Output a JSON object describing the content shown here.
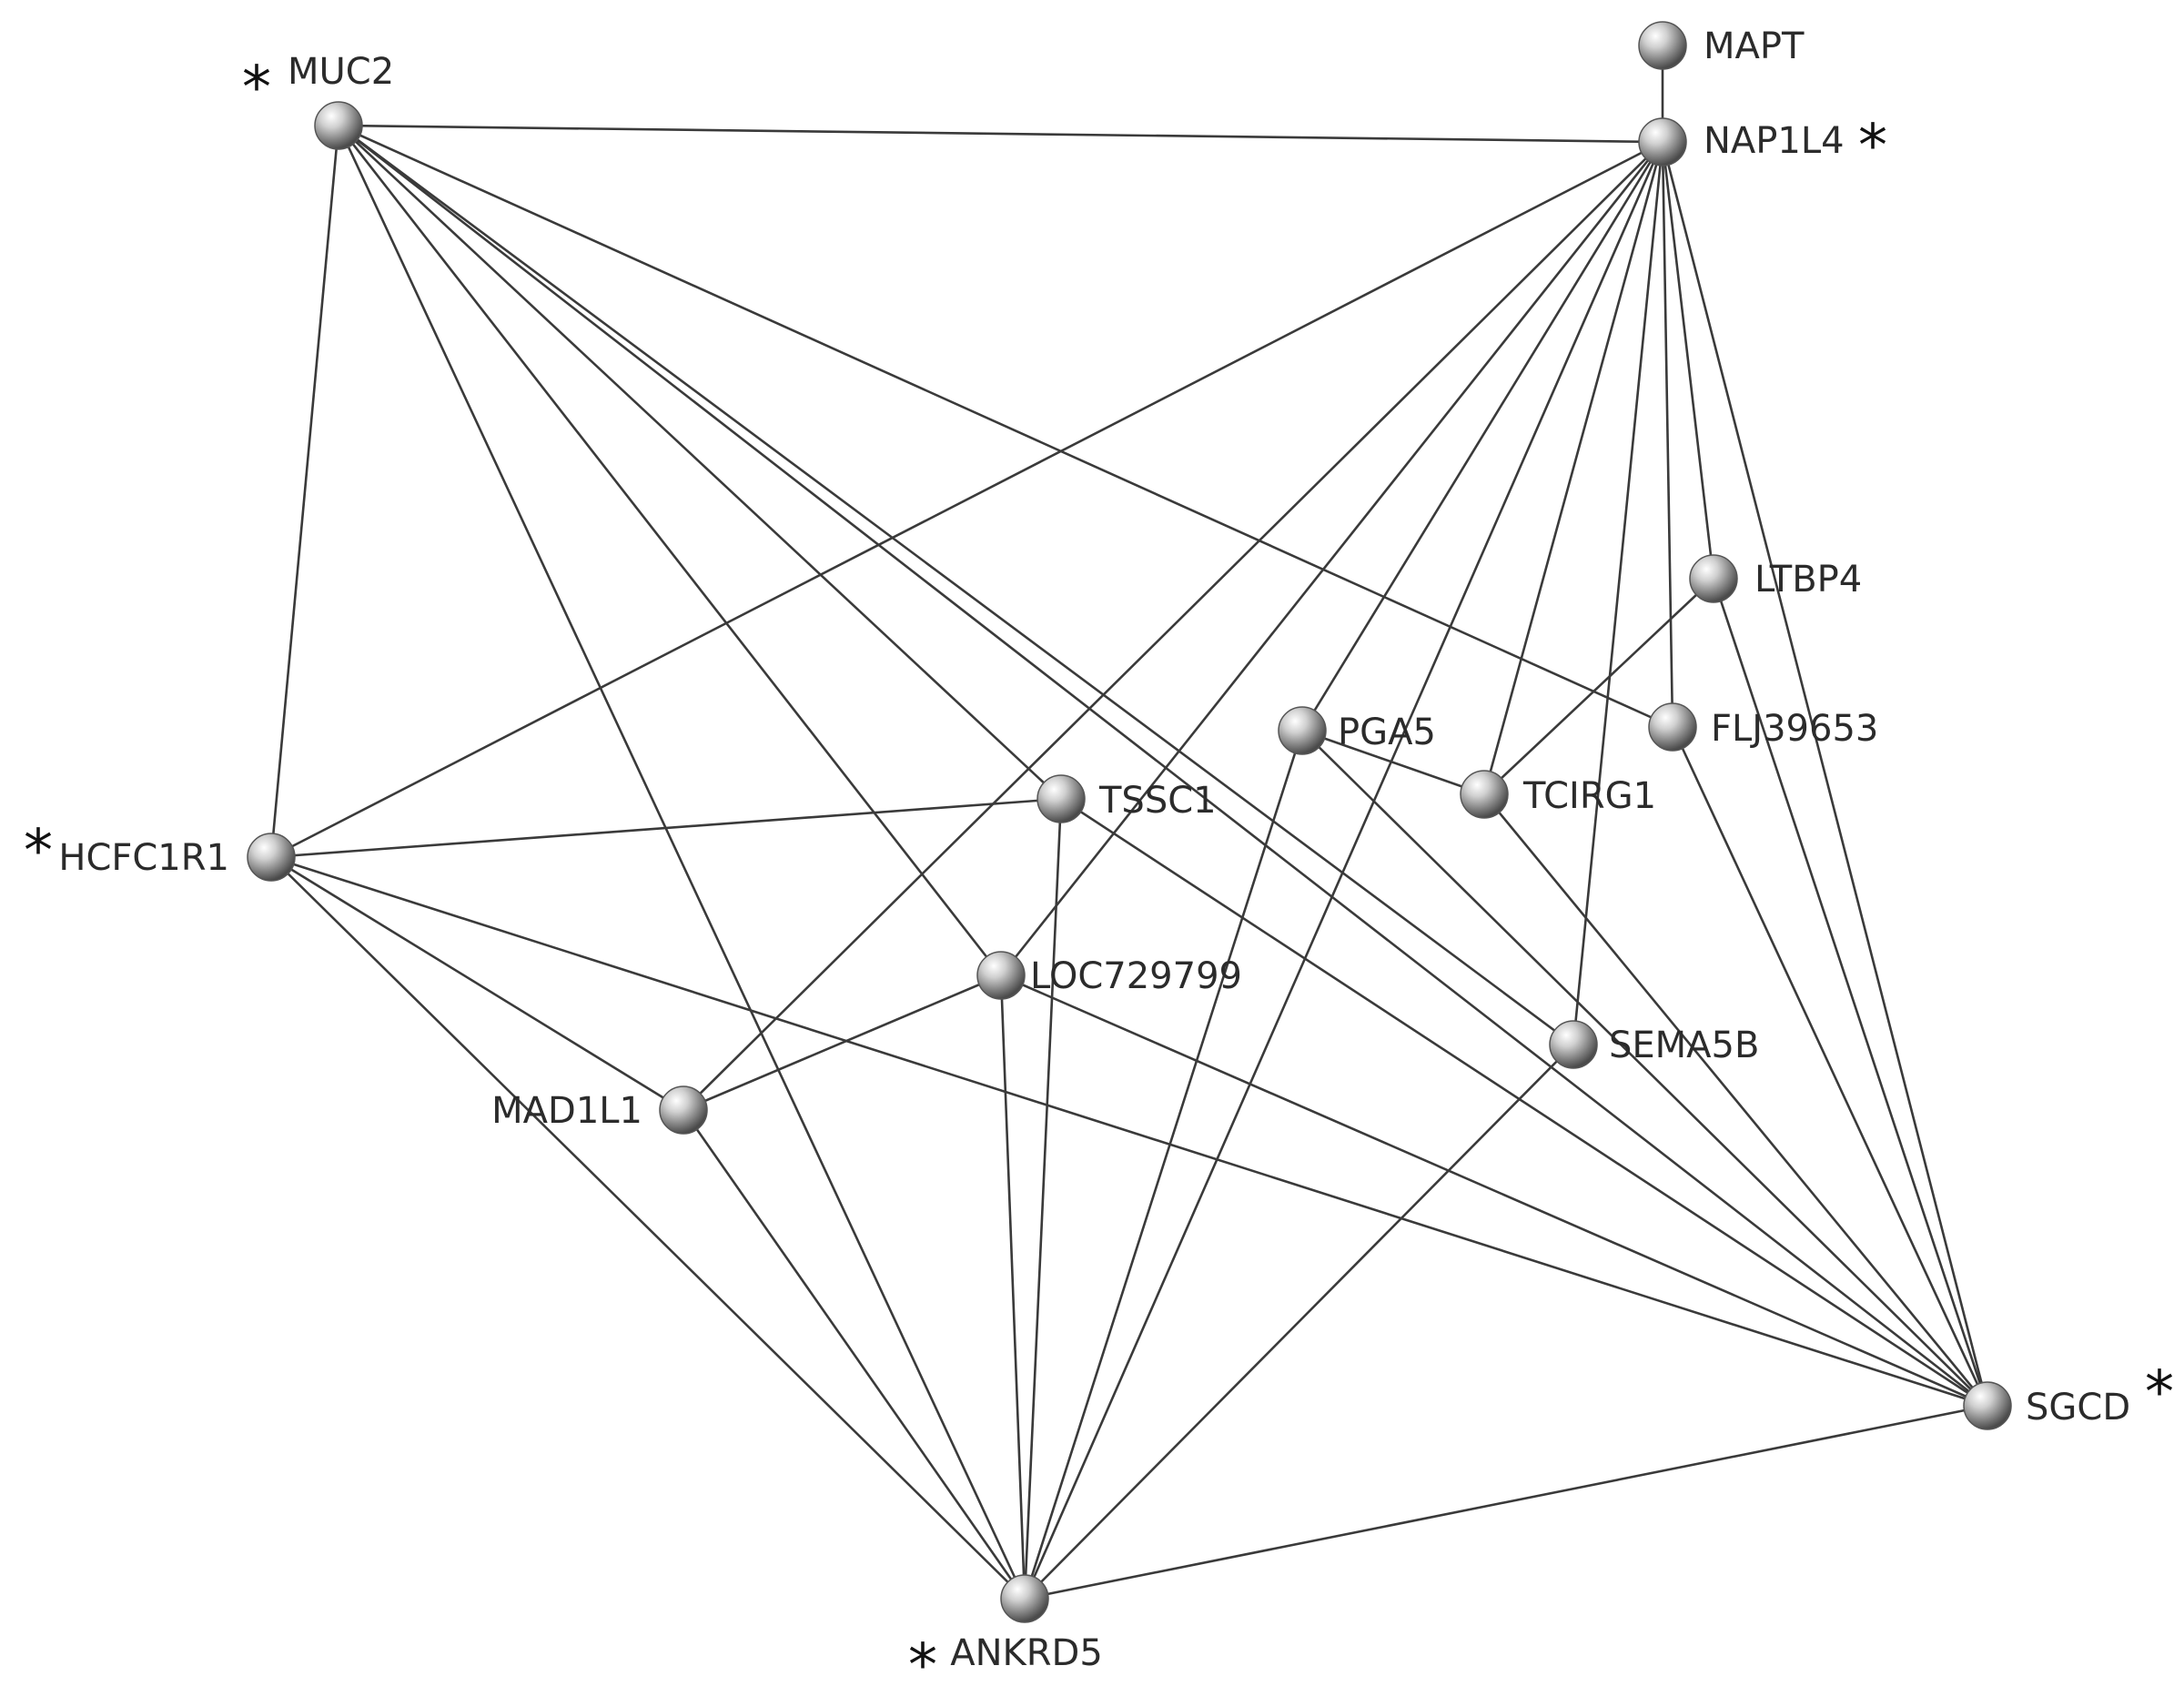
{
  "diagram": {
    "type": "network",
    "background": "#ffffff",
    "edge_color": "#3a3a3a",
    "node_color": "#9a9a9a",
    "marker_symbol": "*",
    "nodes": [
      {
        "id": "MUC2",
        "label": "MUC2",
        "starred": true
      },
      {
        "id": "MAPT",
        "label": "MAPT",
        "starred": false
      },
      {
        "id": "NAP1L4",
        "label": "NAP1L4",
        "starred": true
      },
      {
        "id": "LTBP4",
        "label": "LTBP4",
        "starred": false
      },
      {
        "id": "PGA5",
        "label": "PGA5",
        "starred": false
      },
      {
        "id": "FLJ39653",
        "label": "FLJ39653",
        "starred": false
      },
      {
        "id": "TSSC1",
        "label": "TSSC1",
        "starred": false
      },
      {
        "id": "TCIRG1",
        "label": "TCIRG1",
        "starred": false
      },
      {
        "id": "HCFC1R1",
        "label": "HCFC1R1",
        "starred": true
      },
      {
        "id": "LOC729799",
        "label": "LOC729799",
        "starred": false
      },
      {
        "id": "SEMA5B",
        "label": "SEMA5B",
        "starred": false
      },
      {
        "id": "MAD1L1",
        "label": "MAD1L1",
        "starred": false
      },
      {
        "id": "SGCD",
        "label": "SGCD",
        "starred": true
      },
      {
        "id": "ANKRD5",
        "label": "ANKRD5",
        "starred": true
      }
    ],
    "edges": [
      [
        "MAPT",
        "NAP1L4"
      ],
      [
        "MUC2",
        "NAP1L4"
      ],
      [
        "MUC2",
        "HCFC1R1"
      ],
      [
        "MUC2",
        "FLJ39653"
      ],
      [
        "MUC2",
        "TSSC1"
      ],
      [
        "MUC2",
        "LOC729799"
      ],
      [
        "MUC2",
        "SEMA5B"
      ],
      [
        "MUC2",
        "ANKRD5"
      ],
      [
        "MUC2",
        "SGCD"
      ],
      [
        "NAP1L4",
        "HCFC1R1"
      ],
      [
        "NAP1L4",
        "PGA5"
      ],
      [
        "NAP1L4",
        "TCIRG1"
      ],
      [
        "NAP1L4",
        "FLJ39653"
      ],
      [
        "NAP1L4",
        "SEMA5B"
      ],
      [
        "NAP1L4",
        "LOC729799"
      ],
      [
        "NAP1L4",
        "MAD1L1"
      ],
      [
        "NAP1L4",
        "ANKRD5"
      ],
      [
        "NAP1L4",
        "SGCD"
      ],
      [
        "NAP1L4",
        "LTBP4"
      ],
      [
        "LTBP4",
        "TCIRG1"
      ],
      [
        "LTBP4",
        "SGCD"
      ],
      [
        "PGA5",
        "TCIRG1"
      ],
      [
        "PGA5",
        "ANKRD5"
      ],
      [
        "PGA5",
        "SGCD"
      ],
      [
        "FLJ39653",
        "SGCD"
      ],
      [
        "TCIRG1",
        "SGCD"
      ],
      [
        "TSSC1",
        "HCFC1R1"
      ],
      [
        "TSSC1",
        "ANKRD5"
      ],
      [
        "TSSC1",
        "SGCD"
      ],
      [
        "HCFC1R1",
        "ANKRD5"
      ],
      [
        "HCFC1R1",
        "SGCD"
      ],
      [
        "HCFC1R1",
        "MAD1L1"
      ],
      [
        "LOC729799",
        "MAD1L1"
      ],
      [
        "LOC729799",
        "ANKRD5"
      ],
      [
        "LOC729799",
        "SGCD"
      ],
      [
        "SEMA5B",
        "ANKRD5"
      ],
      [
        "MAD1L1",
        "ANKRD5"
      ],
      [
        "SGCD",
        "ANKRD5"
      ]
    ]
  }
}
